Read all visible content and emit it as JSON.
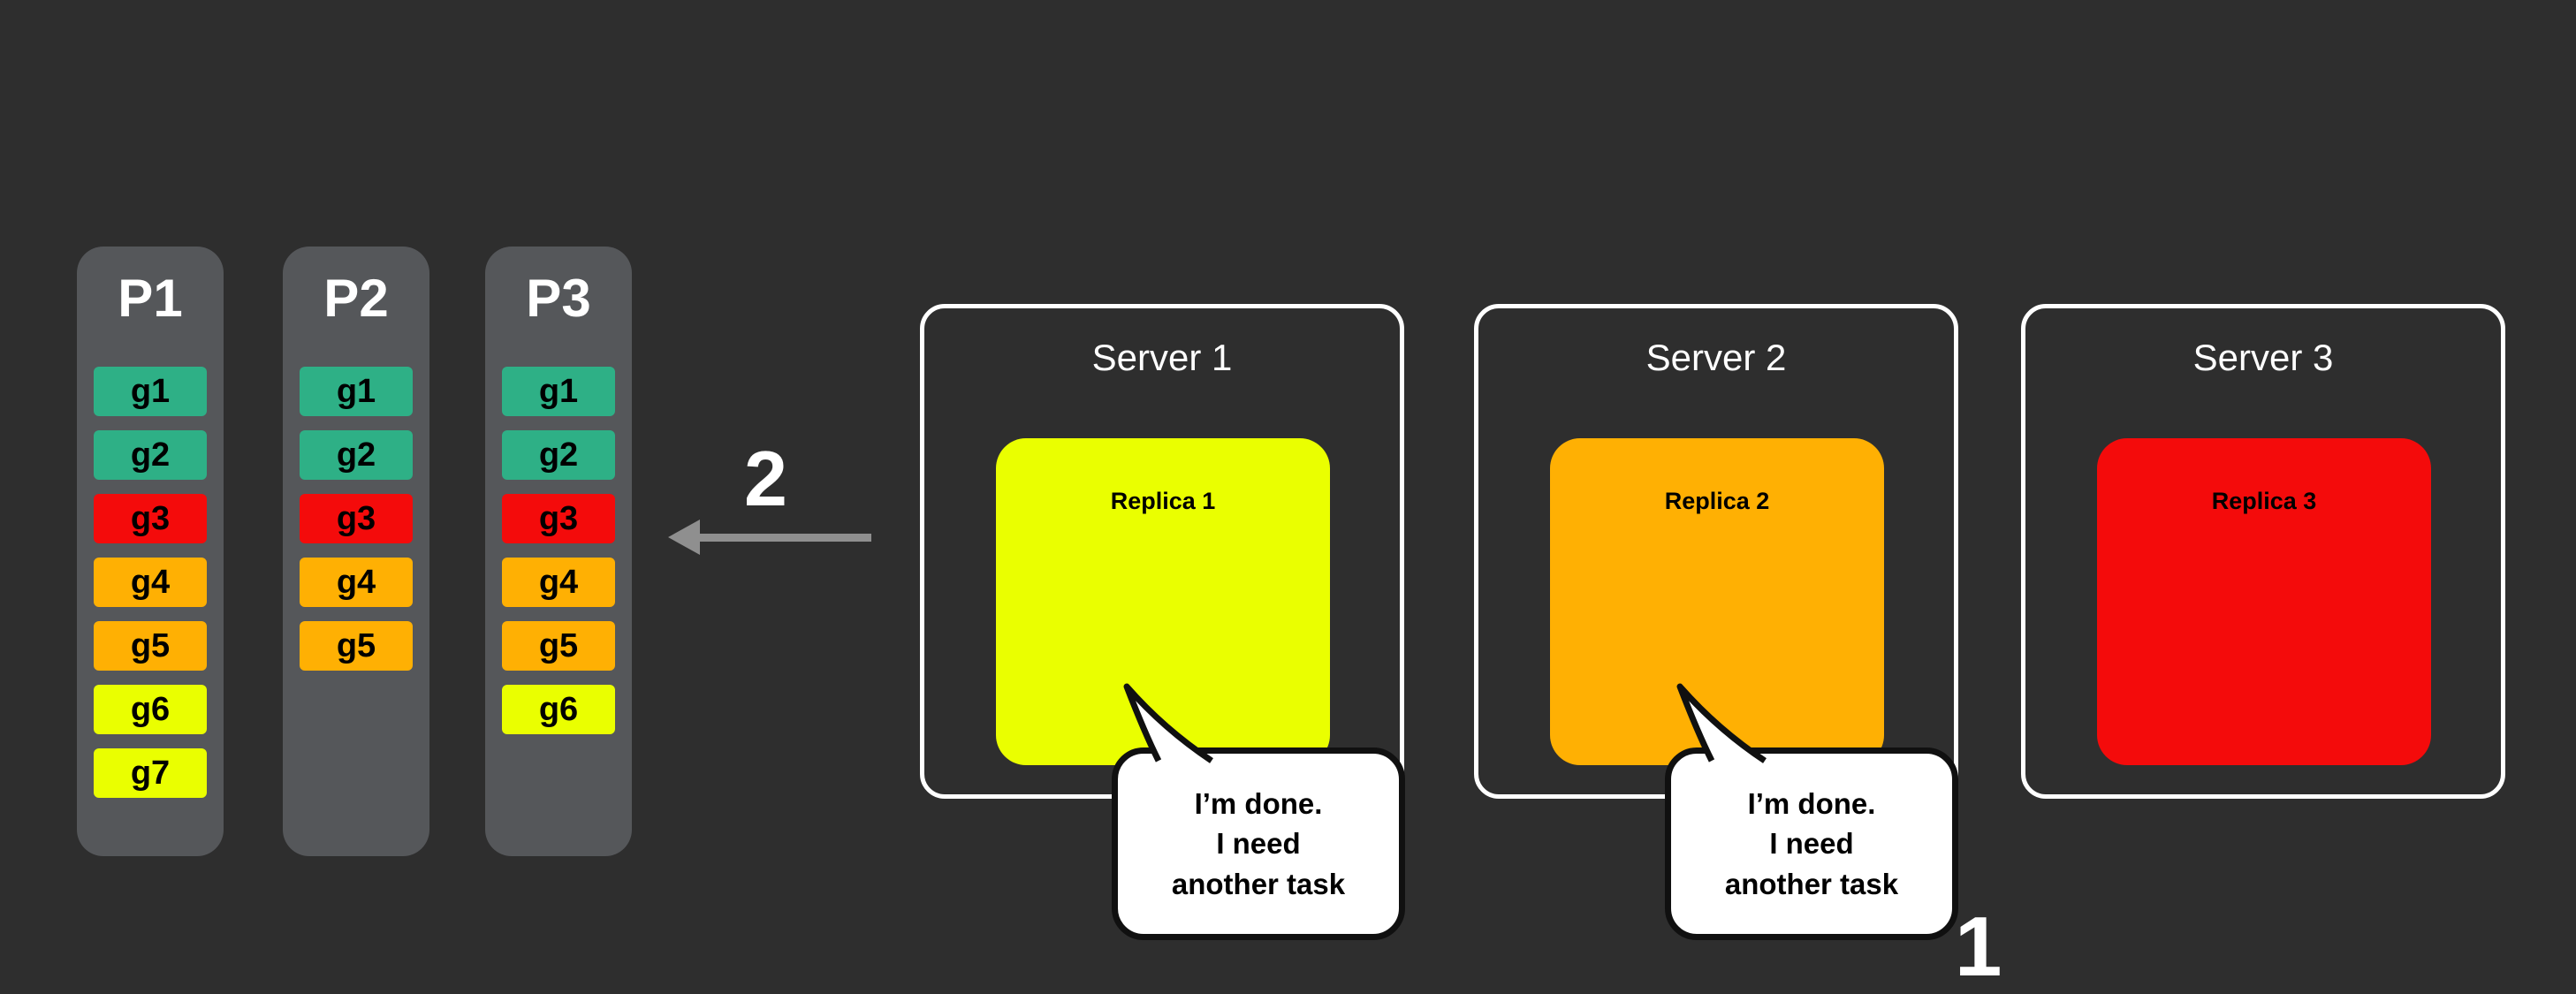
{
  "background": "#2e2e2e",
  "colors": {
    "task_green": "#2eb086",
    "task_red": "#f40b0b",
    "task_orange": "#ffb003",
    "task_yellow": "#eaff00",
    "partition_bg": "#55575a",
    "arrow_gray": "#8f8f8f"
  },
  "partitions": [
    {
      "label": "P1",
      "tasks": [
        {
          "label": "g1",
          "color": "#2eb086"
        },
        {
          "label": "g2",
          "color": "#2eb086"
        },
        {
          "label": "g3",
          "color": "#f40b0b"
        },
        {
          "label": "g4",
          "color": "#ffb003"
        },
        {
          "label": "g5",
          "color": "#ffb003"
        },
        {
          "label": "g6",
          "color": "#eaff00"
        },
        {
          "label": "g7",
          "color": "#eaff00"
        }
      ]
    },
    {
      "label": "P2",
      "tasks": [
        {
          "label": "g1",
          "color": "#2eb086"
        },
        {
          "label": "g2",
          "color": "#2eb086"
        },
        {
          "label": "g3",
          "color": "#f40b0b"
        },
        {
          "label": "g4",
          "color": "#ffb003"
        },
        {
          "label": "g5",
          "color": "#ffb003"
        }
      ]
    },
    {
      "label": "P3",
      "tasks": [
        {
          "label": "g1",
          "color": "#2eb086"
        },
        {
          "label": "g2",
          "color": "#2eb086"
        },
        {
          "label": "g3",
          "color": "#f40b0b"
        },
        {
          "label": "g4",
          "color": "#ffb003"
        },
        {
          "label": "g5",
          "color": "#ffb003"
        },
        {
          "label": "g6",
          "color": "#eaff00"
        }
      ]
    }
  ],
  "arrow_label": "2",
  "step_label": "1",
  "servers": [
    {
      "label": "Server 1",
      "replica": {
        "label": "Replica 1",
        "color": "#eaff00"
      }
    },
    {
      "label": "Server 2",
      "replica": {
        "label": "Replica 2",
        "color": "#ffb003"
      }
    },
    {
      "label": "Server 3",
      "replica": {
        "label": "Replica 3",
        "color": "#f40b0b"
      }
    }
  ],
  "speech_bubbles": [
    {
      "lines": [
        "I’m done.",
        "I need",
        "another task"
      ]
    },
    {
      "lines": [
        "I’m done.",
        "I need",
        "another task"
      ]
    }
  ]
}
